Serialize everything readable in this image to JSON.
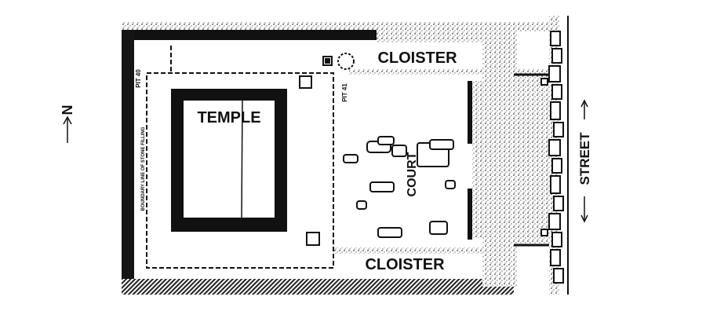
{
  "labels": {
    "north": "N",
    "temple": "TEMPLE",
    "cloister_top": "CLOISTER",
    "cloister_bottom": "CLOISTER",
    "court": "COURT",
    "street": "STREET",
    "pit_40": "PIT 40",
    "pit_41": "PIT 41",
    "boundary": "BOUNDARY LINE OF STONE FILLING"
  },
  "colors": {
    "ink": "#111111",
    "paper": "#ffffff",
    "stipple": "#555555"
  }
}
